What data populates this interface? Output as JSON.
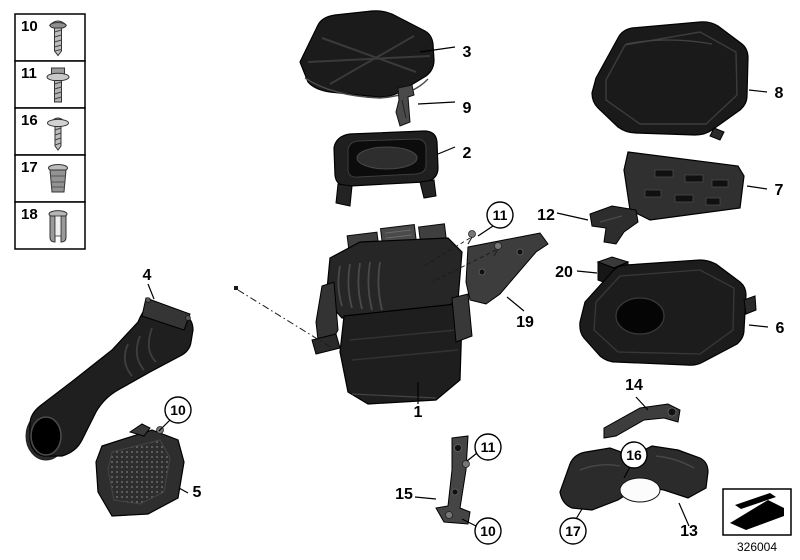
{
  "legend": {
    "items": [
      {
        "label": "10",
        "icon": "screw-icon"
      },
      {
        "label": "11",
        "icon": "flange-bolt-icon"
      },
      {
        "label": "16",
        "icon": "washer-screw-icon"
      },
      {
        "label": "17",
        "icon": "plastic-nut-icon"
      },
      {
        "label": "18",
        "icon": "expansion-clip-icon"
      }
    ]
  },
  "callouts": {
    "c1": "1",
    "c2": "2",
    "c3": "3",
    "c4": "4",
    "c5": "5",
    "c6": "6",
    "c7": "7",
    "c8": "8",
    "c9": "9",
    "c12": "12",
    "c13": "13",
    "c14": "14",
    "c15": "15",
    "c19": "19",
    "c20": "20",
    "f10": "10",
    "f11": "11",
    "f16": "16",
    "f17": "17"
  },
  "footer": {
    "doc_number": "326004"
  }
}
